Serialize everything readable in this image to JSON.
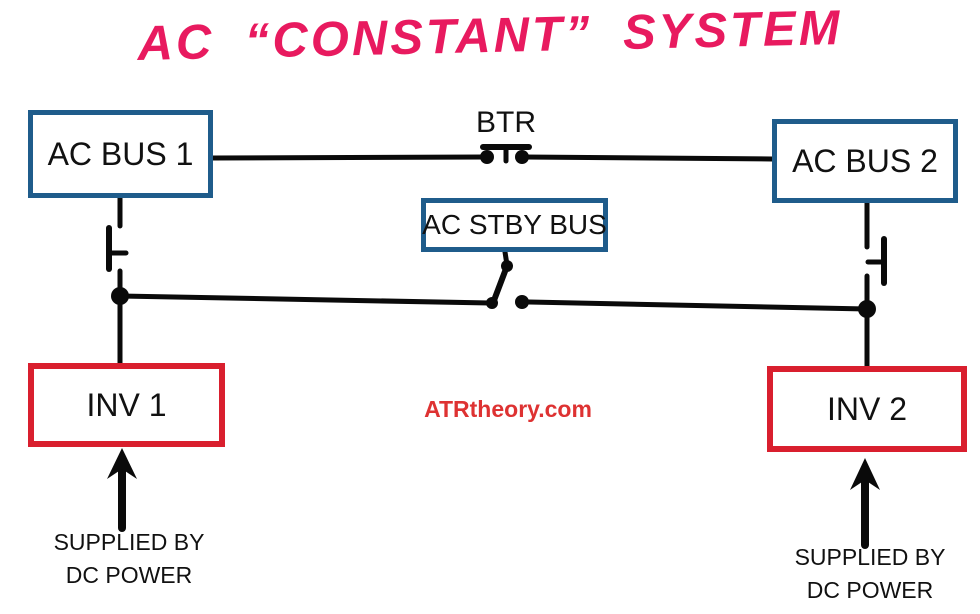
{
  "title": "AC “CONSTANT” SYSTEM",
  "watermark": "ATRtheory.com",
  "colors": {
    "title_pink": "#E81A5F",
    "box_blue": "#1F5C8B",
    "box_red": "#D91F2E",
    "watermark_red": "#DE3232",
    "wire_black": "#0A0A0A",
    "text_black": "#111111",
    "background": "#FFFFFF"
  },
  "nodes": {
    "ac_bus_1": "AC BUS 1",
    "ac_bus_2": "AC BUS 2",
    "ac_stby_bus": "AC STBY BUS",
    "inv_1": "INV 1",
    "inv_2": "INV 2"
  },
  "labels": {
    "btr": "BTR",
    "supplied_left": {
      "line1": "SUPPLIED BY",
      "line2": "DC POWER"
    },
    "supplied_right": {
      "line1": "SUPPLIED BY",
      "line2": "DC POWER"
    }
  }
}
